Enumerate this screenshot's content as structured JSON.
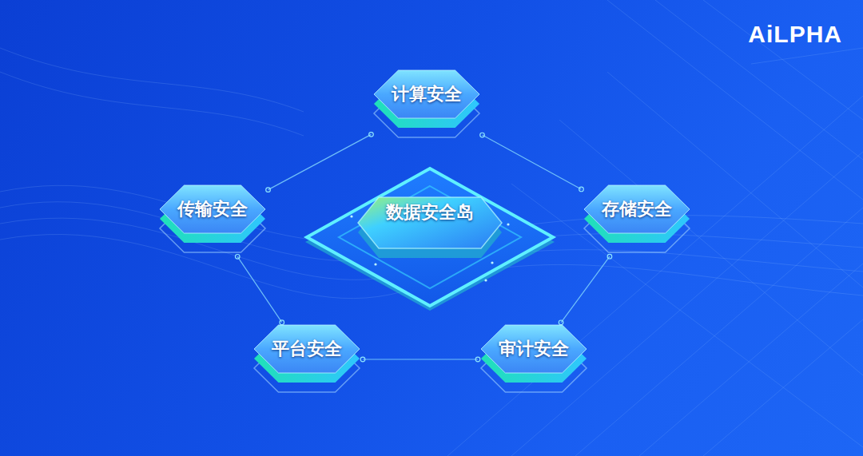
{
  "diagram": {
    "nodes": [
      {
        "text": [
          "计算安全"
        ]
      },
      {
        "text": [
          "传输安全"
        ]
      },
      {
        "text": [
          "数据安全岛"
        ]
      },
      {
        "text": [
          "存储安全"
        ]
      },
      {
        "text": [
          "平台安全"
        ]
      },
      {
        "text": [
          "审计安全"
        ]
      }
    ],
    "edges": [
      {
        "from": 0,
        "to": 1,
        "arrow": "none"
      },
      {
        "from": 0,
        "to": 3,
        "arrow": "none"
      },
      {
        "from": 1,
        "to": 4,
        "arrow": "none"
      },
      {
        "from": 4,
        "to": 5,
        "arrow": "none"
      },
      {
        "from": 5,
        "to": 3,
        "arrow": "none"
      }
    ],
    "labels": [
      "AiLPHA"
    ]
  }
}
